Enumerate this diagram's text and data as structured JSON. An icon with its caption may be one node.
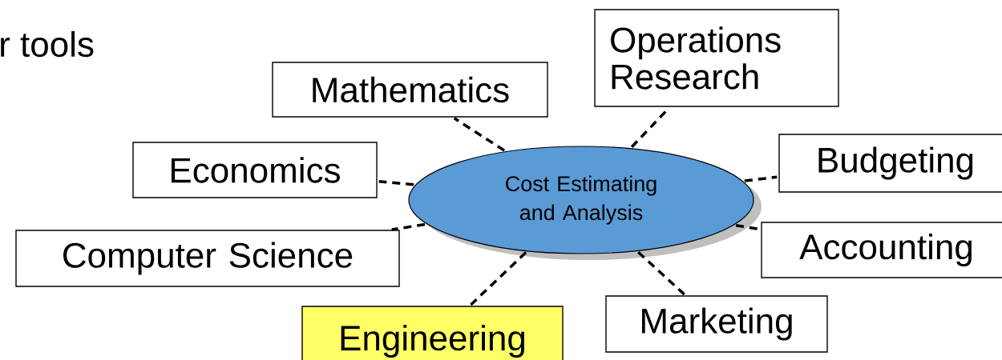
{
  "diagram": {
    "nodes": [
      {
        "text": [
          "Cost Estimating and Analysis"
        ]
      },
      {
        "text": [
          "Mathematics"
        ]
      },
      {
        "text": [
          "Operations Research"
        ]
      },
      {
        "text": [
          "Economics"
        ]
      },
      {
        "text": [
          "Budgeting"
        ]
      },
      {
        "text": [
          "Computer Science"
        ]
      },
      {
        "text": [
          "Accounting"
        ]
      },
      {
        "text": [
          "Engineering"
        ]
      },
      {
        "text": [
          "Marketing"
        ]
      }
    ],
    "edges": [
      {
        "from": 0,
        "to": 1,
        "arrow": "none",
        "style": "dashed"
      },
      {
        "from": 0,
        "to": 2,
        "arrow": "none",
        "style": "dashed"
      },
      {
        "from": 0,
        "to": 3,
        "arrow": "none",
        "style": "dashed"
      },
      {
        "from": 0,
        "to": 4,
        "arrow": "none",
        "style": "dashed"
      },
      {
        "from": 0,
        "to": 5,
        "arrow": "none",
        "style": "dashed"
      },
      {
        "from": 0,
        "to": 6,
        "arrow": "none",
        "style": "dashed"
      },
      {
        "from": 0,
        "to": 7,
        "arrow": "none",
        "style": "dashed"
      },
      {
        "from": 0,
        "to": 8,
        "arrow": "none",
        "style": "dashed"
      }
    ],
    "labels": [
      "r tools"
    ]
  }
}
